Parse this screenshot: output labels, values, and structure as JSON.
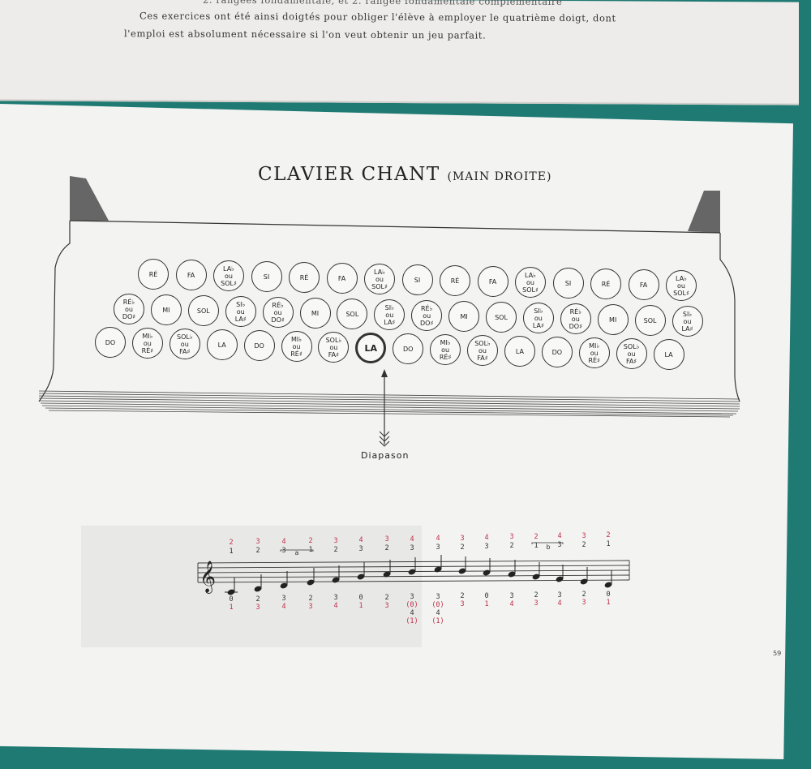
{
  "header": {
    "line_partial": "2.  rangées fondamentale, et 2.  rangée fondamentale complémentaire",
    "line1": "Ces exercices ont été ainsi doigtés pour obliger l'élève à employer le quatrième doigt, dont",
    "line2": "l'emploi est absolument nécessaire si l'on veut obtenir un jeu parfait."
  },
  "title": {
    "main": "CLAVIER CHANT",
    "sub": "(MAIN DROITE)"
  },
  "keyboard": {
    "row1": [
      "RÉ",
      "FA",
      "LA♭\nou\nSOL♯",
      "SI",
      "RÉ",
      "FA",
      "LA♭\nou\nSOL♯",
      "SI",
      "RÉ",
      "FA",
      "LA♭\nou\nSOL♯",
      "SI",
      "RÉ",
      "FA",
      "LA♭\nou\nSOL♯"
    ],
    "row2": [
      "RÉ♭\nou\nDO♯",
      "MI",
      "SOL",
      "SI♭\nou\nLA♯",
      "RÉ♭\nou\nDO♯",
      "MI",
      "SOL",
      "SI♭\nou\nLA♯",
      "RÉ♭\nou\nDO♯",
      "MI",
      "SOL",
      "SI♭\nou\nLA♯",
      "RÉ♭\nou\nDO♯",
      "MI",
      "SOL",
      "SI♭\nou\nLA♯"
    ],
    "row3": [
      "DO",
      "MI♭\nou\nRÉ♯",
      "SOL♭\nou\nFA♯",
      "LA",
      "DO",
      "MI♭\nou\nRÉ♯",
      "SOL♭\nou\nFA♯",
      "LA",
      "DO",
      "MI♭\nou\nRÉ♯",
      "SOL♭\nou\nFA♯",
      "LA",
      "DO",
      "MI♭\nou\nRÉ♯",
      "SOL♭\nou\nFA♯",
      "LA"
    ],
    "diapason_label": "Diapason"
  },
  "fingering_above": [
    [
      "2",
      "1"
    ],
    [
      "3",
      "2"
    ],
    [
      "4",
      "3"
    ],
    [
      "2",
      "1"
    ],
    [
      "3",
      "2"
    ],
    [
      "4",
      "3"
    ],
    [
      "3",
      "2"
    ],
    [
      "4",
      "3"
    ],
    [
      "4",
      "3"
    ],
    [
      "3",
      "2"
    ],
    [
      "4",
      "3"
    ],
    [
      "3",
      "2"
    ],
    [
      "2",
      "1"
    ],
    [
      "4",
      "3"
    ],
    [
      "3",
      "2"
    ],
    [
      "2",
      "1"
    ]
  ],
  "slur_marks": [
    "a",
    "b"
  ],
  "fingering_below": [
    [
      "0",
      "1"
    ],
    [
      "2",
      "3"
    ],
    [
      "3",
      "4"
    ],
    [
      "2",
      "3"
    ],
    [
      "3",
      "4"
    ],
    [
      "0",
      "1"
    ],
    [
      "2",
      "3"
    ],
    [
      "3",
      "(0)",
      "4",
      "(1)"
    ],
    [
      "3",
      "(0)",
      "4",
      "(1)"
    ],
    [
      "2",
      "3"
    ],
    [
      "0",
      "1"
    ],
    [
      "3",
      "4"
    ],
    [
      "2",
      "3"
    ],
    [
      "3",
      "4"
    ],
    [
      "2",
      "3"
    ],
    [
      "0",
      "1"
    ]
  ],
  "page_number": "59",
  "colors": {
    "ink": "#222222",
    "fingering_red": "#c0304a",
    "background": "#1f7a73"
  }
}
